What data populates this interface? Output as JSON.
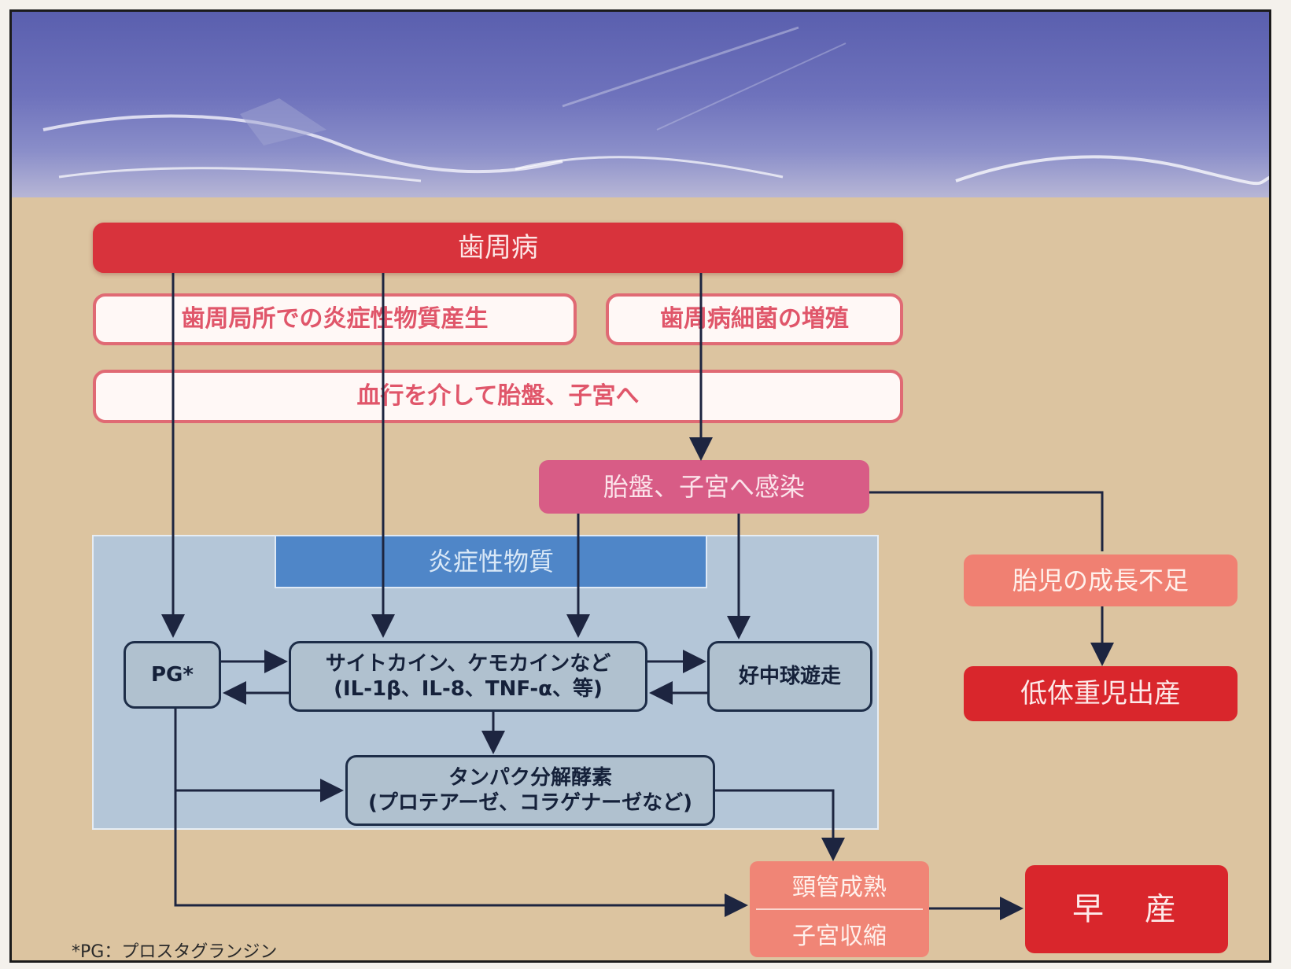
{
  "nodes": {
    "periodontal_disease": "歯周病",
    "local_inflammatory_production": "歯周局所での炎症性物質産生",
    "bacterial_growth": "歯周病細菌の増殖",
    "via_blood": "血行を介して胎盤、子宮へ",
    "placental_infection": "胎盤、子宮へ感染",
    "inflammatory_substances": "炎症性物質",
    "pg": "PG*",
    "cytokines_line1": "サイトカイン、ケモカインなど",
    "cytokines_line2": "(IL-1β、IL-8、TNF-α、等)",
    "neutrophil_migration": "好中球遊走",
    "protease_line1": "タンパク分解酵素",
    "protease_line2": "(プロテアーゼ、コラゲナーゼなど)",
    "fetal_growth_deficiency": "胎児の成長不足",
    "low_birth_weight": "低体重児出産",
    "cervical_ripening": "頸管成熟",
    "uterine_contraction": "子宮収縮",
    "preterm_birth": "早　産"
  },
  "footnote": "*PG：プロスタグランジン",
  "colors": {
    "red": "#d8333c",
    "pink": "#d85c86",
    "salmon": "#f08072",
    "dark_red": "#d9262c",
    "blue_panel": "#b4c6d8",
    "blue_bar": "#4f86c8",
    "arrow": "#1d2540"
  }
}
